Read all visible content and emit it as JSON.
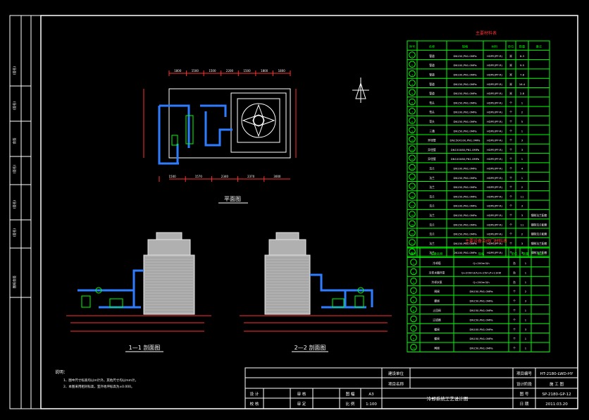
{
  "views": {
    "plan_label": "平面图",
    "section1_label": "1—1 剖面图",
    "section2_label": "2—2 剖面图"
  },
  "plan_dims": {
    "top": [
      "1800",
      "1500",
      "1500",
      "2200",
      "1500",
      "1800",
      "1800"
    ],
    "bottom": [
      "1500",
      "1570",
      "2340",
      "2370",
      "3000"
    ]
  },
  "table1": {
    "title": "主要材料表",
    "headers": [
      "序号",
      "名称",
      "规格",
      "材料",
      "单位",
      "数量",
      "备注"
    ],
    "rows": [
      [
        "1",
        "管道",
        "DN150,PN1.0MPa",
        "HDPE(PP-R)",
        "米",
        "6.3",
        ""
      ],
      [
        "2",
        "管道",
        "DN100,PN1.0MPa",
        "HDPE(PP-R)",
        "米",
        "9.5",
        ""
      ],
      [
        "3",
        "管道",
        "DN100,PN1.0MPa",
        "HDPE(PP-R)",
        "米",
        "7.8",
        ""
      ],
      [
        "4",
        "管道",
        "DN150,PN1.0MPa",
        "HDPE(PP-R)",
        "米",
        "16.4",
        ""
      ],
      [
        "5",
        "管道",
        "DN150,PN1.0MPa",
        "HDPE(PP-R)",
        "米",
        "2.8",
        ""
      ],
      [
        "6",
        "弯头",
        "DN150,PN1.0MPa",
        "HDPE(PP-R)",
        "个",
        "1",
        ""
      ],
      [
        "7",
        "弯头",
        "DN100,PN1.0MPa",
        "HDPE(PP-R)",
        "个",
        "2",
        ""
      ],
      [
        "8",
        "弯头",
        "DN150,PN1.0MPa",
        "HDPE(PP-R)",
        "个",
        "5",
        ""
      ],
      [
        "9",
        "三通",
        "DN150,PN1.0MPa",
        "HDPE(PP-R)",
        "个",
        "1",
        ""
      ],
      [
        "10",
        "异径管",
        "DN150X100,PN1.0MPa",
        "HDPE(PP-R)",
        "个",
        "3",
        ""
      ],
      [
        "11",
        "异径管",
        "DN150X80,PN1.0MPa",
        "HDPE(PP-R)",
        "个",
        "3",
        ""
      ],
      [
        "12",
        "异径管",
        "DN100X80,PN1.0MPa",
        "HDPE(PP-R)",
        "个",
        "1",
        ""
      ],
      [
        "13",
        "法兰",
        "DN100,PN1.0MPa",
        "HDPE(PP-R)",
        "个",
        "4",
        ""
      ],
      [
        "14",
        "法兰",
        "DN150,PN1.0MPa",
        "HDPE(PP-R)",
        "个",
        "1",
        ""
      ],
      [
        "15",
        "法兰",
        "DN150,PN1.0MPa",
        "HDPE(PP-R)",
        "个",
        "2",
        ""
      ],
      [
        "16",
        "法兰",
        "DN150,PN1.0MPa",
        "HDPE(PP-R)",
        "个",
        "11",
        ""
      ],
      [
        "17",
        "法兰",
        "DN100,PN1.0MPa",
        "HDPE(PP-R)",
        "个",
        "3",
        ""
      ],
      [
        "18",
        "法兰",
        "DN150,PN1.0MPa",
        "HDPE(PP-R)",
        "个",
        "3",
        "钢制法兰配套"
      ],
      [
        "19",
        "法兰",
        "DN150,PN1.0MPa",
        "HDPE(PP-R)",
        "个",
        "11",
        "钢制法兰配套"
      ],
      [
        "20",
        "法兰",
        "DN150,PN1.0MPa",
        "HDPE(PP-R)",
        "个",
        "2",
        "钢制法兰配套"
      ],
      [
        "21",
        "法兰",
        "DN150,PN1.0MPa",
        "HDPE(PP-R)",
        "个",
        "3",
        "钢制法兰配套"
      ],
      [
        "22",
        "法兰",
        "DN100,PN1.0MPa",
        "HDPE(PP-R)",
        "个",
        "3",
        "钢制法兰配套"
      ]
    ]
  },
  "table2": {
    "title": "主要设备及阀门材料表",
    "headers": [
      "序号",
      "设备名称",
      "规格",
      "单位",
      "数量",
      "备注"
    ],
    "rows": [
      [
        "1",
        "冷却塔",
        "Q=200m3/h",
        "台",
        "1",
        ""
      ],
      [
        "2",
        "冷却水循环泵",
        "Q=200m3/h,H=25m,P=11kW",
        "台",
        "1",
        ""
      ],
      [
        "3",
        "冷却水泵",
        "Q=200m3/h",
        "台",
        "1",
        ""
      ],
      [
        "4",
        "闸阀",
        "DN150,PN1.0MPa",
        "个",
        "2",
        ""
      ],
      [
        "5",
        "蝶阀",
        "DN150,PN1.0MPa",
        "个",
        "3",
        ""
      ],
      [
        "6",
        "止回阀",
        "DN150,PN1.0MPa",
        "个",
        "1",
        ""
      ],
      [
        "7",
        "过滤器",
        "DN150,PN1.0MPa",
        "个",
        "1",
        ""
      ],
      [
        "8",
        "蝶阀",
        "DN100,PN1.0MPa",
        "个",
        "3",
        ""
      ],
      [
        "9",
        "蝶阀",
        "DN150,PN1.0MPa",
        "个",
        "1",
        ""
      ],
      [
        "10",
        "闸阀",
        "DN150,PN1.0MPa",
        "个",
        "1",
        ""
      ]
    ]
  },
  "left_strip": [
    "(签名)",
    "(签名)",
    "会签",
    "(签名)",
    "(签名)",
    "(签名)",
    "图纸会签"
  ],
  "notes": {
    "title": "说明：",
    "lines": [
      "1、图中尺寸标高均以m计外，其他尺寸均以mm计。",
      "2、本图采用相对标高，室外地坪标高为±0.000。"
    ]
  },
  "title_block": {
    "build_unit": "建设单位",
    "project_name": "项目名称",
    "drawing_title": "冷却系统工艺设计图",
    "design": "设 计",
    "check": "校 核",
    "review": "审 核",
    "approve": "审 定",
    "size_label": "图 幅",
    "size_value": "A3",
    "scale_label": "比 例",
    "scale_value": "1:100",
    "project_no_label": "项目编号",
    "project_no": "HT-2180-LWD-HY",
    "stage_label": "设计阶段",
    "stage": "施 工 图",
    "drawing_no_label": "图 号",
    "drawing_no": "SP-2180-GP-12",
    "date_label": "日 期",
    "date": "2011.03.20"
  },
  "colors": {
    "frame": "#ffffff",
    "table": "#00ff00",
    "pipe": "#2f7dff",
    "dimension": "#ff3030",
    "equipment": "#00ff00",
    "tower": "#e6e6e6",
    "label": "#ffff00"
  }
}
